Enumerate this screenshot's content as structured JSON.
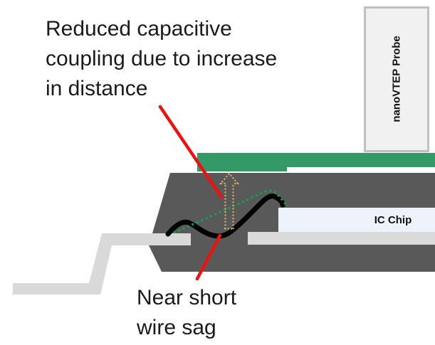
{
  "annotations": {
    "reduced_coupling": "Reduced capacitive\ncoupling due to increase\nin distance",
    "near_short": "Near short\nwire sag"
  },
  "diagram": {
    "probe_label": "nanoVTEP Probe",
    "chip_label": "IC Chip",
    "colors": {
      "package_mold_gray": "#595959",
      "pcb_slab_gray": "#595959",
      "lead_light_gray": "#d9d9d9",
      "substrate_strip_gray": "#dadada",
      "probe_contact_green": "#339966",
      "ideal_wire_dotted_green": "#00b050",
      "distance_arrow_tan": "#ddb164",
      "callout_red": "#ee1111",
      "bond_wire_black": "#000000",
      "probe_fill": "#f1f1f1",
      "probe_border": "#c0c0c0",
      "ic_chip_fill": "#eef2fa",
      "text_black": "#1b1b1b"
    }
  }
}
